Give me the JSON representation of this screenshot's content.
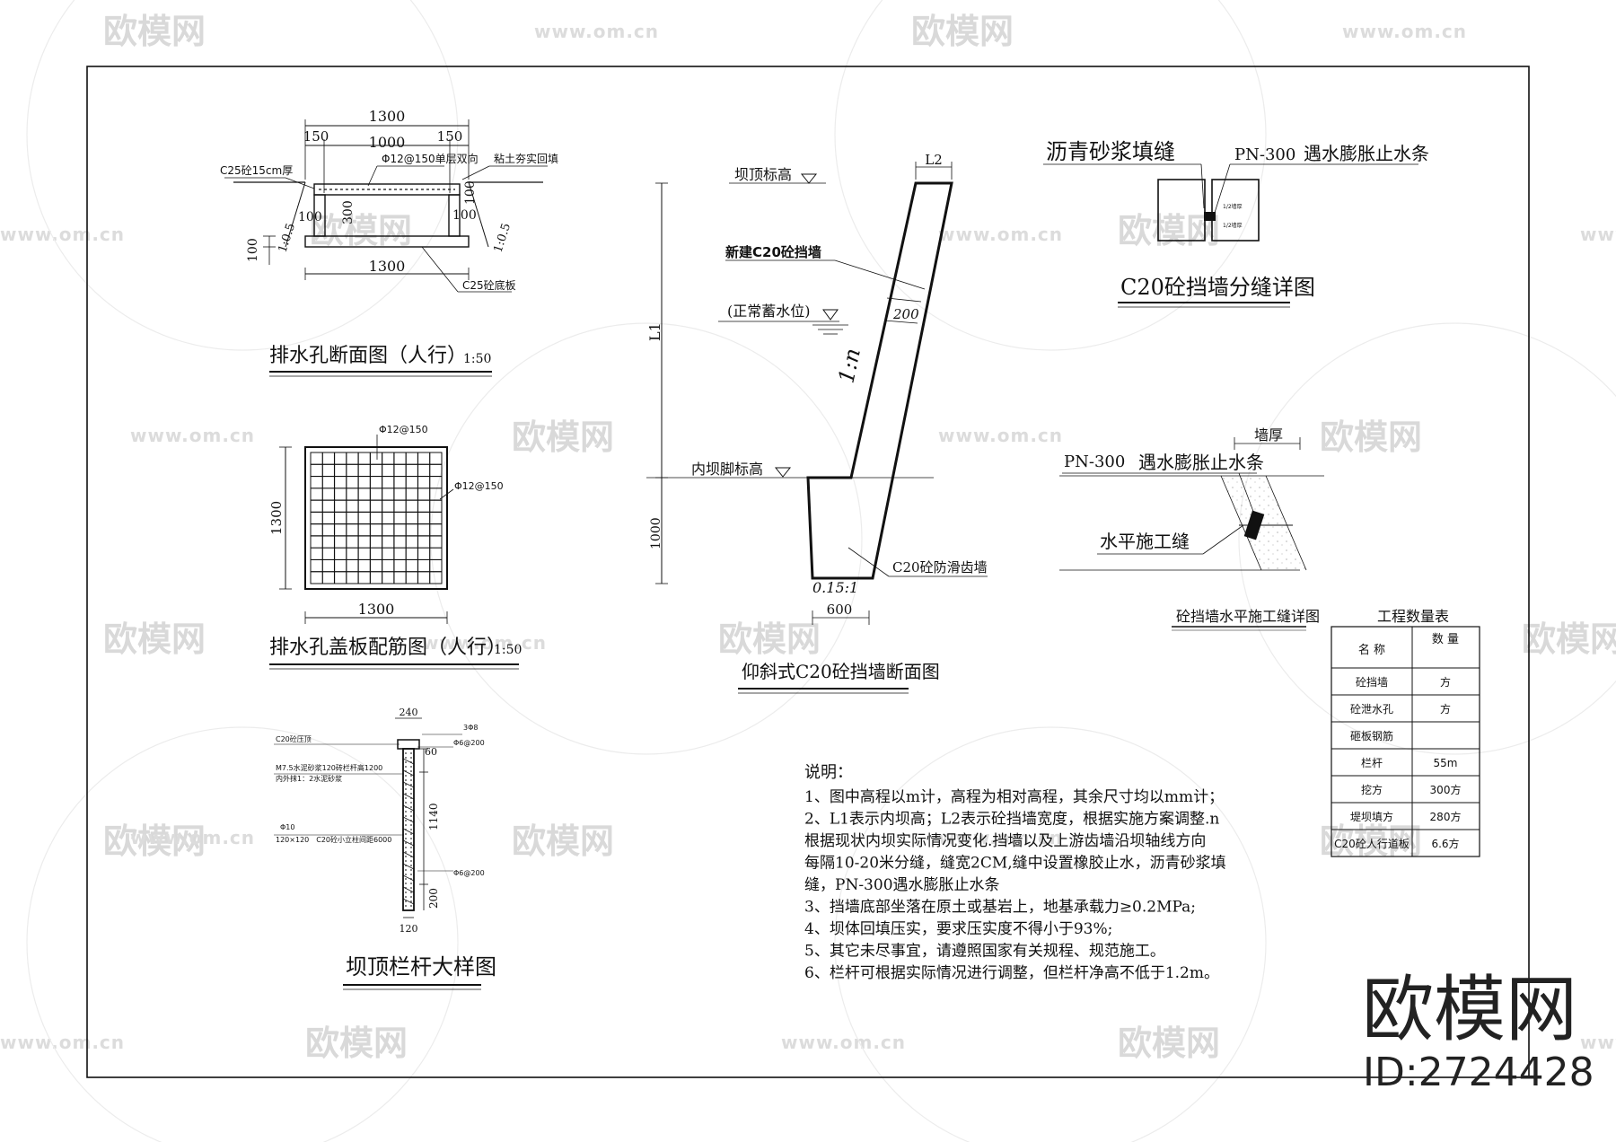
{
  "watermark": {
    "brand": "欧模网",
    "url": "www.om.cn"
  },
  "drain_section": {
    "title": "排水孔断面图（人行）",
    "scale": "1:50",
    "dim_total": "1300",
    "dim_left": "150",
    "dim_mid": "1000",
    "dim_right": "150",
    "dim_bottom": "1300",
    "dim_100_left": "100",
    "dim_100_right": "100",
    "dim_300": "300",
    "dim_100_side": "100",
    "dim_100_far": "100",
    "slope_left": "1:0.5",
    "slope_right": "1:0.5",
    "label_c25_top": "C25砼15cm厚",
    "label_rebar": "Φ12@150单层双向",
    "label_backfill": "粘土夯实回填",
    "label_c25_base": "C25砼底板"
  },
  "cover_plate": {
    "title": "排水孔盖板配筋图（人行）",
    "scale": "1:50",
    "rebar_top": "Φ12@150",
    "rebar_right": "Φ12@150",
    "dim_side": "1300",
    "dim_bottom": "1300"
  },
  "railing": {
    "title": "坝顶栏杆大样图",
    "dim_top": "240",
    "dim_60": "60",
    "dim_1140": "1140",
    "dim_200": "200",
    "dim_base": "120",
    "note_c20": "C20砼压顶",
    "note_mortar1": "M7.5水泥砂浆120砖栏杆高1200",
    "note_mortar2": "内外抹1：2水泥砂浆",
    "note_bar": "Φ10",
    "note_col": "120×120　C20砼小立柱间距6000",
    "note_top_right": "3Φ8",
    "note_r1": "Φ6@200",
    "note_r2": "Φ6@200"
  },
  "wall_section": {
    "title": "仰斜式C20砼挡墙断面图",
    "crest_level": "坝顶标高",
    "normal_level": "(正常蓄水位)",
    "inner_toe": "内坝脚标高",
    "new_wall": "新建C20砼挡墙",
    "dim_L2": "L2",
    "dim_L1": "L1",
    "dim_1000": "1000",
    "dim_200": "200",
    "dim_600": "600",
    "slope": "1:n",
    "base_slope": "0.15:1",
    "skid_wall": "C20砼防滑齿墙"
  },
  "joint_detail": {
    "title": "C20砼挡墙分缝详图",
    "asphalt": "沥青砂浆填缝",
    "pn300": "PN-300",
    "swell": "遇水膨胀止水条",
    "small_a": "1/2墙厚",
    "small_b": "1/2墙厚"
  },
  "construction_joint": {
    "title": "砼挡墙水平施工缝详图",
    "wall_thk": "墙厚",
    "pn300": "PN-300",
    "swell": "遇水膨胀止水条",
    "joint": "水平施工缝"
  },
  "notes": {
    "heading": "说明：",
    "lines": [
      "1、图中高程以m计，高程为相对高程，其余尺寸均以mm计；",
      "2、L1表示内坝高；L2表示砼挡墙宽度，根据实施方案调整.n",
      "根据现状内坝实际情况变化.挡墙以及上游齿墙沿坝轴线方向",
      "每隔10-20米分缝，缝宽2CM,缝中设置橡胶止水，沥青砂浆填",
      "缝，PN-300遇水膨胀止水条",
      "3、挡墙底部坐落在原土或基岩上，地基承载力≥0.2MPa;",
      "4、坝体回填压实，要求压实度不得小于93%;",
      "5、其它未尽事宜，请遵照国家有关规程、规范施工。",
      "6、栏杆可根据实际情况进行调整，但栏杆净高不低于1.2m。"
    ]
  },
  "quantity_table": {
    "title": "工程数量表",
    "headers": [
      "名 称",
      "数 量"
    ],
    "rows": [
      [
        "砼挡墙",
        "方"
      ],
      [
        "砼泄水孔",
        "方"
      ],
      [
        "砸板钢筋",
        ""
      ],
      [
        "栏杆",
        "55m"
      ],
      [
        "挖方",
        "300方"
      ],
      [
        "堤坝填方",
        "280方"
      ],
      [
        "C20砼人行道板",
        "6.6方"
      ]
    ]
  },
  "brand_mark": {
    "name": "欧模网",
    "id": "ID:2724428"
  }
}
